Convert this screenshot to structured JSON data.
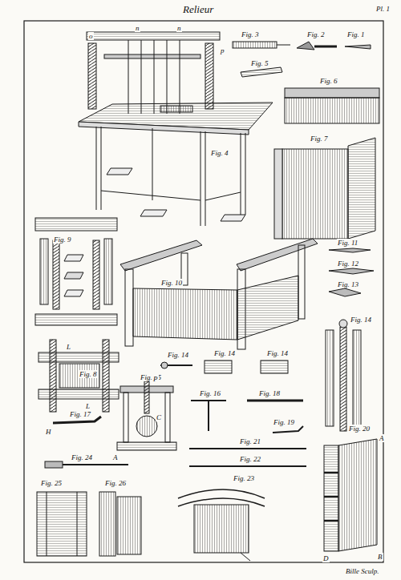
{
  "diagram": {
    "title": "Relieur",
    "labels": [
      "Pl. 1",
      "Fig. 3",
      "Fig. 2",
      "Fig. 1",
      "Fig. 5",
      "Fig. 6",
      "Fig. 4",
      "Fig. 7",
      "Fig. 9",
      "Fig. 10",
      "Fig. 11",
      "Fig. 12",
      "Fig. 13",
      "Fig. 14",
      "Fig. 14",
      "Fig. 14",
      "Fig. 14",
      "Fig. 8",
      "Fig. 15",
      "Fig. 16",
      "Fig. 18",
      "Fig. 17",
      "Fig. 19",
      "Fig. 20",
      "Fig. 24",
      "Fig. 21",
      "Fig. 22",
      "Fig. 25",
      "Fig. 26",
      "Fig. 23",
      "n",
      "n",
      "o",
      "p",
      "L",
      "L",
      "P",
      "C",
      "A",
      "H",
      "A",
      "B",
      "D",
      "Bille Sculp."
    ]
  }
}
